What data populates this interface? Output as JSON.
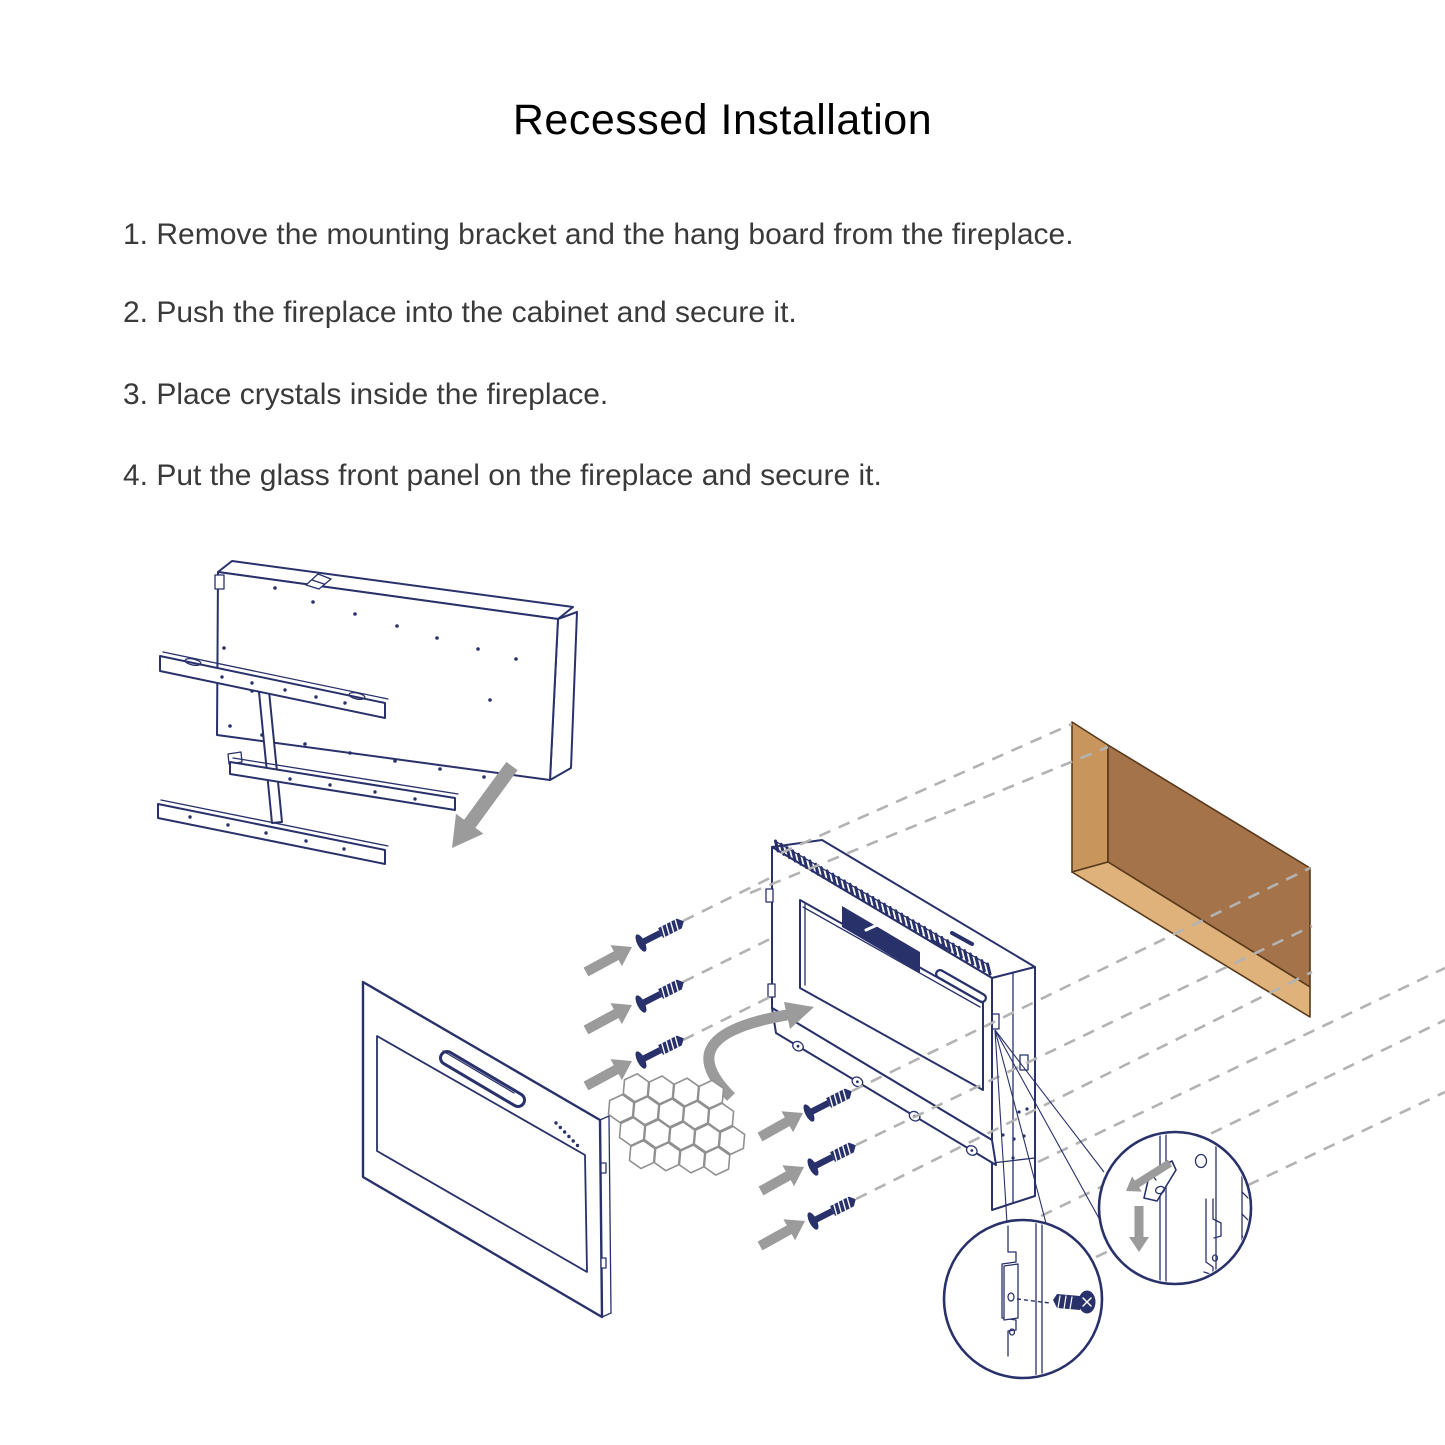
{
  "title": "Recessed Installation",
  "steps": [
    {
      "text": "1. Remove the mounting bracket and the hang board from the fireplace."
    },
    {
      "text": "2. Push the fireplace into the cabinet and secure it."
    },
    {
      "text": "3. Place crystals inside the fireplace."
    },
    {
      "text": "4. Put the glass front panel on the fireplace and secure it."
    }
  ],
  "colors": {
    "line_navy": "#29316b",
    "dash_gray": "#b3b3b3",
    "arrow_gray": "#9b9b9b",
    "hex_gray": "#909090",
    "cabinet_back": "#a5734a",
    "cabinet_side": "#c8965c",
    "cabinet_floor": "#deb27a",
    "cabinet_edge": "#59391b"
  }
}
